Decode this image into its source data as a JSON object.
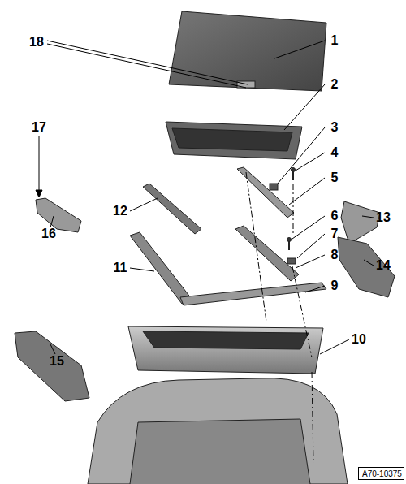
{
  "diagram": {
    "nodes": [
      {
        "text": [
          "A70-10375"
        ]
      }
    ],
    "labels": [
      "18",
      "1",
      "2",
      "17",
      "3",
      "4",
      "12",
      "13",
      "5",
      "16",
      "6",
      "7",
      "11",
      "14",
      "8",
      "9",
      "15",
      "10"
    ]
  }
}
